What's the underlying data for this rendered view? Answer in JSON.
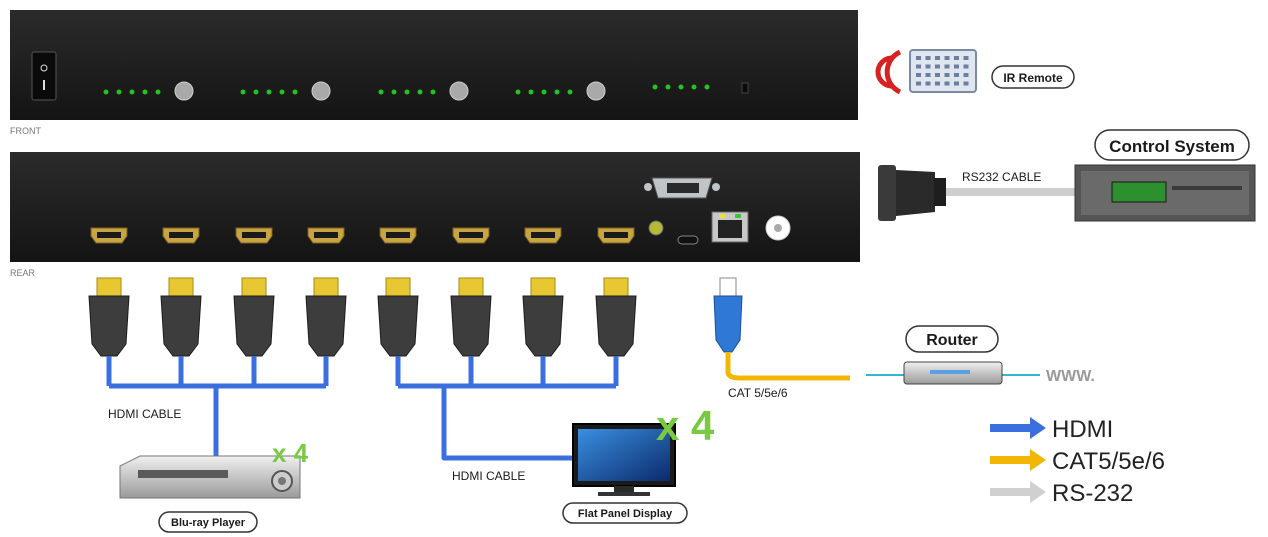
{
  "panels": {
    "front_label": "FRONT",
    "rear_label": "REAR"
  },
  "devices": {
    "ir_remote": "IR Remote",
    "control_system": "Control System",
    "router": "Router",
    "bluray": "Blu-ray Player",
    "display": "Flat Panel Display"
  },
  "cables": {
    "rs232": "RS232 CABLE",
    "cat": "CAT 5/5e/6",
    "hdmi_left": "HDMI CABLE",
    "hdmi_right": "HDMI CABLE",
    "www": "WWW."
  },
  "multipliers": {
    "bluray": "x 4",
    "display": "x 4"
  },
  "legend": [
    {
      "label": "HDMI",
      "color": "#3b6fe0"
    },
    {
      "label": "CAT5/5e/6",
      "color": "#f2b705"
    },
    {
      "label": "RS-232",
      "color": "#d0d0d0"
    }
  ],
  "colors": {
    "hdmi_cable": "#3b6fe0",
    "cat_cable": "#f2b705",
    "rs232_cable": "#cfcfcf",
    "led": "#22c322"
  }
}
